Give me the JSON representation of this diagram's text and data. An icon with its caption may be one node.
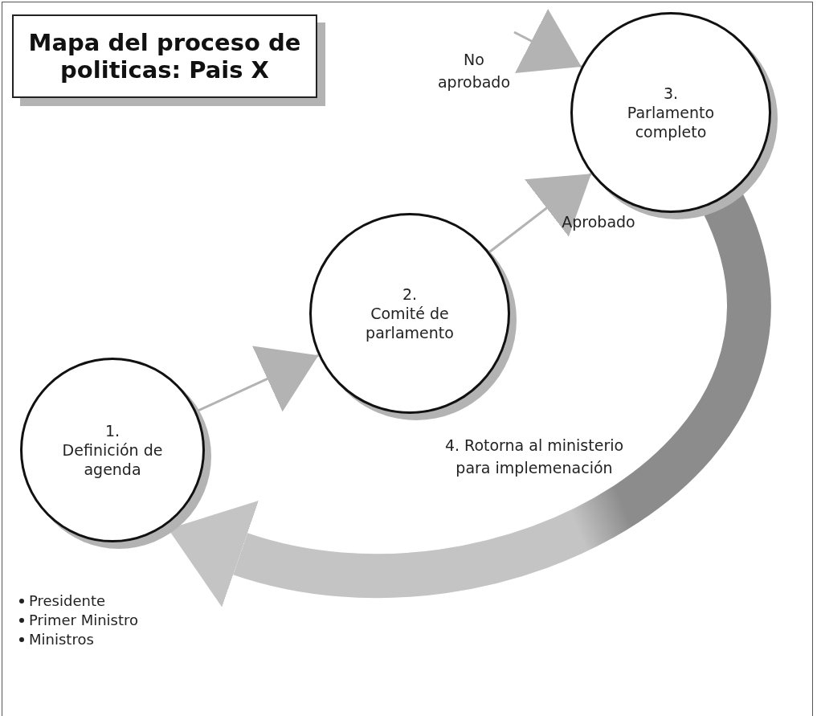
{
  "diagram": {
    "title": "Mapa del proceso de politicas: Pais X",
    "nodes": [
      {
        "text": [
          "1.",
          "Definición de agenda"
        ]
      },
      {
        "text": [
          "2.",
          "Comité de parlamento"
        ]
      },
      {
        "text": [
          "3.",
          "Parlamento completo"
        ]
      }
    ],
    "edges": [
      {
        "from": 0,
        "to": 1,
        "arrow": "to"
      },
      {
        "from": 1,
        "to": 2,
        "arrow": "to",
        "label": "Aprobado"
      },
      {
        "from": null,
        "to": 2,
        "arrow": "to",
        "label": "No aprobado"
      },
      {
        "from": 2,
        "to": 0,
        "arrow": "to",
        "style": "thick",
        "label": "4. Rotorna al ministerio para implemenación"
      }
    ],
    "labels": [
      "Presidente",
      "Primer Ministro",
      "Ministros"
    ]
  }
}
